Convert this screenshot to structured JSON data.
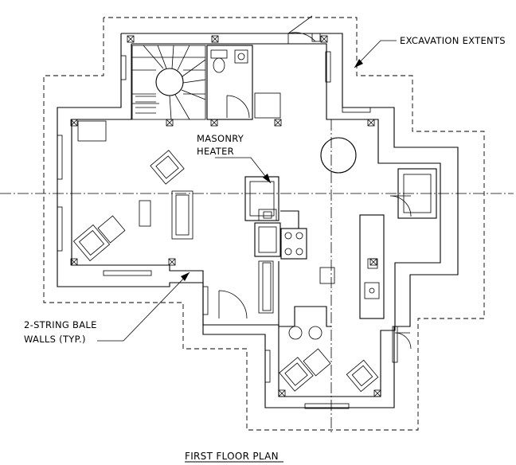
{
  "labels": {
    "excavation": "EXCAVATION EXTENTS",
    "heater_line1": "MASONRY",
    "heater_line2": "HEATER",
    "bale_line1": "2-STRING BALE",
    "bale_line2": "WALLS (TYP.)",
    "title": "FIRST FLOOR PLAN"
  }
}
